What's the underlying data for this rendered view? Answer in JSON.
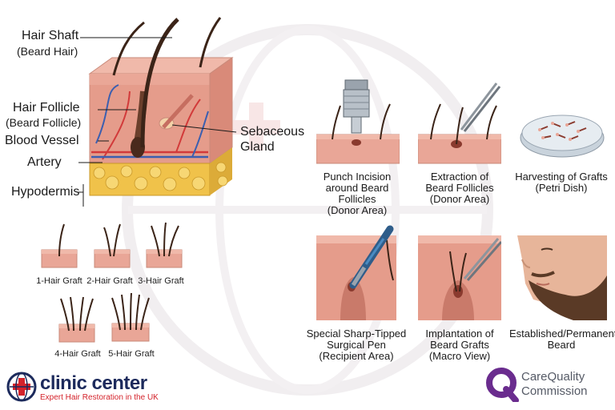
{
  "skin_diagram": {
    "labels": {
      "hair_shaft": "Hair Shaft",
      "hair_shaft_sub": "(Beard Hair)",
      "hair_follicle": "Hair Follicle",
      "hair_follicle_sub": "(Beard Follicle)",
      "blood_vessel": "Blood Vessel",
      "artery": "Artery",
      "hypodermis": "Hypodermis",
      "sebaceous": "Sebaceous",
      "gland": "Gland"
    }
  },
  "grafts": [
    {
      "label": "1-Hair Graft",
      "hairs": 1
    },
    {
      "label": "2-Hair Graft",
      "hairs": 2
    },
    {
      "label": "3-Hair Graft",
      "hairs": 3
    },
    {
      "label": "4-Hair Graft",
      "hairs": 4
    },
    {
      "label": "5-Hair Graft",
      "hairs": 5
    }
  ],
  "steps": [
    {
      "lines": [
        "Punch Incision",
        "around Beard",
        "Follicles",
        "(Donor Area)"
      ]
    },
    {
      "lines": [
        "Extraction of",
        "Beard Follicles",
        "(Donor Area)"
      ]
    },
    {
      "lines": [
        "Harvesting of Grafts",
        "(Petri Dish)"
      ]
    },
    {
      "lines": [
        "Special Sharp-Tipped",
        "Surgical Pen",
        "(Recipient Area)"
      ]
    },
    {
      "lines": [
        "Implantation of",
        "Beard Grafts",
        "(Macro View)"
      ]
    },
    {
      "lines": [
        "Established/Permanent",
        "Beard"
      ]
    }
  ],
  "brand": {
    "name": "clinic center",
    "tagline": "Expert Hair Restoration in the UK",
    "regulator_line1": "CareQuality",
    "regulator_line2": "Commission"
  },
  "colors": {
    "skin": "#e8a99a",
    "skin_dark": "#c87b6c",
    "fat": "#f0c24a",
    "hair": "#3b2418",
    "brand_navy": "#1c2a5c",
    "brand_red": "#d4232b",
    "cqc_purple": "#6a2c8e"
  }
}
